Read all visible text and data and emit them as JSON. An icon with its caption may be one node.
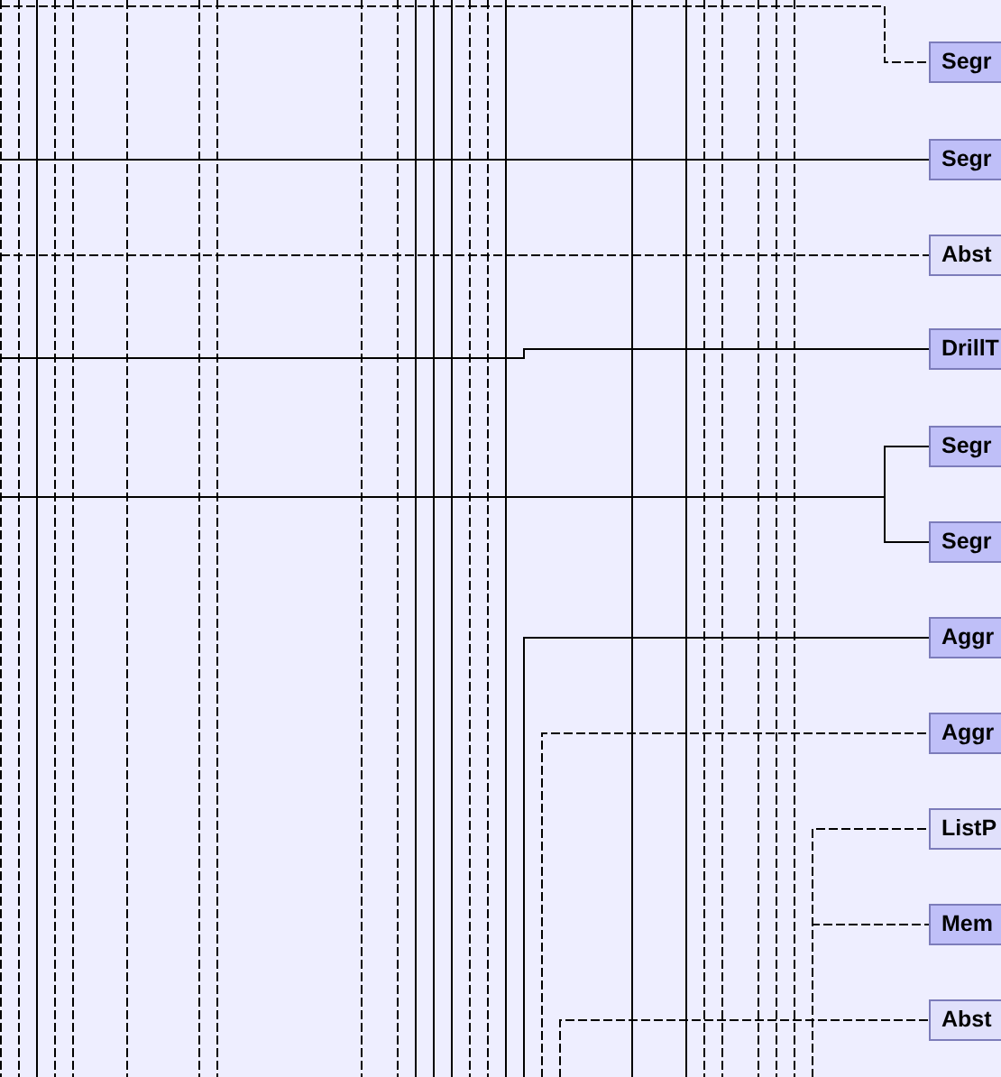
{
  "diagram": {
    "nodes": [
      {
        "text": [
          "Segr"
        ]
      },
      {
        "text": [
          "Segr"
        ]
      },
      {
        "text": [
          "Abst"
        ]
      },
      {
        "text": [
          "DrillT"
        ]
      },
      {
        "text": [
          "Segr"
        ]
      },
      {
        "text": [
          "Segr"
        ]
      },
      {
        "text": [
          "Aggr"
        ]
      },
      {
        "text": [
          "Aggr"
        ]
      },
      {
        "text": [
          "ListP"
        ]
      },
      {
        "text": [
          "Mem"
        ]
      },
      {
        "text": [
          "Abst"
        ]
      }
    ],
    "edges": [
      {
        "from": null,
        "to": 0,
        "arrow": "none",
        "style": "dashed"
      },
      {
        "from": null,
        "to": 1,
        "arrow": "none"
      },
      {
        "from": null,
        "to": 2,
        "arrow": "none",
        "style": "dashed"
      },
      {
        "from": null,
        "to": 3,
        "arrow": "none"
      },
      {
        "from": null,
        "to": 4,
        "arrow": "none"
      },
      {
        "from": null,
        "to": 5,
        "arrow": "none"
      },
      {
        "from": null,
        "to": 6,
        "arrow": "none"
      },
      {
        "from": null,
        "to": 7,
        "arrow": "none",
        "style": "dashed"
      },
      {
        "from": null,
        "to": 8,
        "arrow": "none",
        "style": "dashed"
      },
      {
        "from": null,
        "to": 9,
        "arrow": "none",
        "style": "dashed"
      },
      {
        "from": null,
        "to": 10,
        "arrow": "none",
        "style": "dashed"
      }
    ]
  }
}
